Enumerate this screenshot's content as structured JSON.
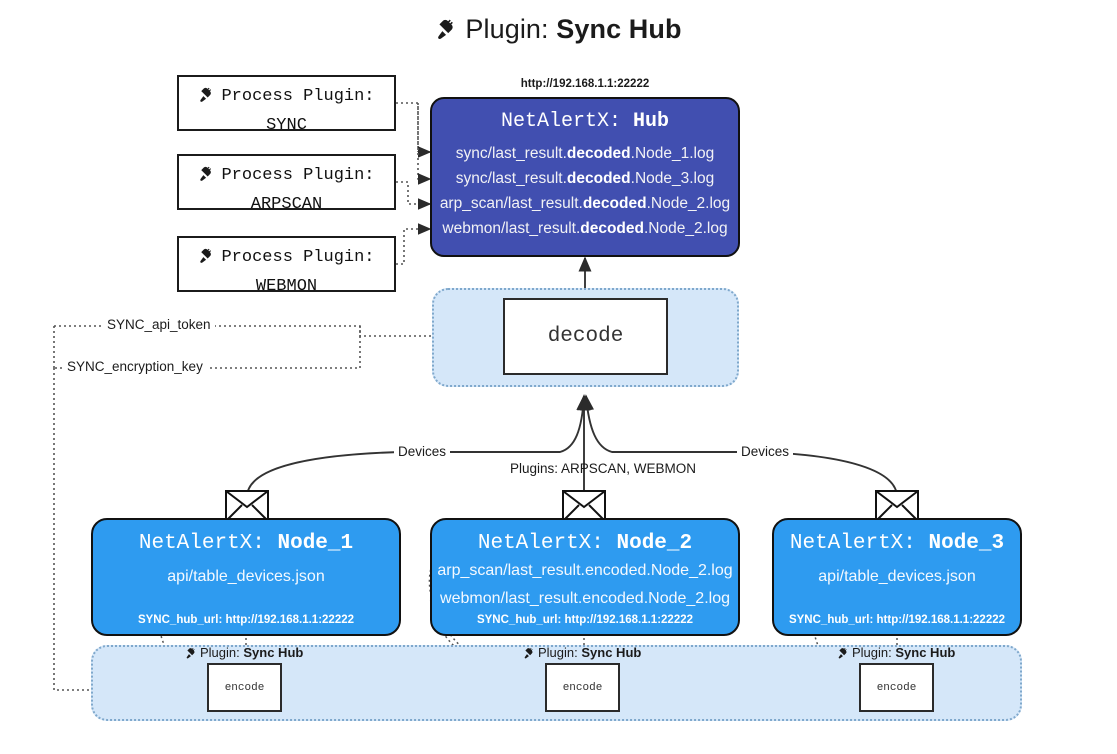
{
  "title": {
    "icon": "plug-icon",
    "prefix": "Plugin:",
    "name": "Sync Hub"
  },
  "process_plugins": [
    {
      "label": "Process Plugin:",
      "name": "SYNC"
    },
    {
      "label": "Process Plugin:",
      "name": "ARPSCAN"
    },
    {
      "label": "Process Plugin:",
      "name": "WEBMON"
    }
  ],
  "hub": {
    "url": "http://192.168.1.1:22222",
    "title_prefix": "NetAlertX:",
    "title_name": "Hub",
    "lines": [
      {
        "pre": "sync/last_result.",
        "mid": "decoded",
        "post": ".Node_1.log"
      },
      {
        "pre": "sync/last_result.",
        "mid": "decoded",
        "post": ".Node_3.log"
      },
      {
        "pre": "arp_scan/last_result.",
        "mid": "decoded",
        "post": ".Node_2.log"
      },
      {
        "pre": "webmon/last_result.",
        "mid": "decoded",
        "post": ".Node_2.log"
      }
    ]
  },
  "decode": {
    "label": "decode"
  },
  "secrets": [
    {
      "label": "SYNC_api_token"
    },
    {
      "label": "SYNC_encryption_key"
    }
  ],
  "edge_labels": {
    "devices_left": "Devices",
    "devices_right": "Devices",
    "plugins_center": "Plugins: ARPSCAN, WEBMON"
  },
  "nodes": [
    {
      "title_prefix": "NetAlertX:",
      "title_name": "Node_1",
      "lines": [
        "api/table_devices.json"
      ],
      "hub_url_key": "SYNC_hub_url:",
      "hub_url_value": "http://192.168.1.1:22222",
      "icon": "envelope-icon"
    },
    {
      "title_prefix": "NetAlertX:",
      "title_name": "Node_2",
      "lines": [
        "arp_scan/last_result.encoded.Node_2.log",
        "webmon/last_result.encoded.Node_2.log"
      ],
      "hub_url_key": "SYNC_hub_url:",
      "hub_url_value": "http://192.168.1.1:22222",
      "icon": "envelope-icon"
    },
    {
      "title_prefix": "NetAlertX:",
      "title_name": "Node_3",
      "lines": [
        "api/table_devices.json"
      ],
      "hub_url_key": "SYNC_hub_url:",
      "hub_url_value": "http://192.168.1.1:22222",
      "icon": "envelope-icon"
    }
  ],
  "encoders": [
    {
      "caption_prefix": "Plugin:",
      "caption_name": "Sync Hub",
      "label": "encode"
    },
    {
      "caption_prefix": "Plugin:",
      "caption_name": "Sync Hub",
      "label": "encode"
    },
    {
      "caption_prefix": "Plugin:",
      "caption_name": "Sync Hub",
      "label": "encode"
    }
  ],
  "colors": {
    "hub": "#414FB0",
    "node": "#2E9BF0",
    "cluster": "#D5E7F9",
    "cluster_border": "#7FA8CC",
    "stroke": "#333333",
    "background": "#FFFFFF"
  }
}
